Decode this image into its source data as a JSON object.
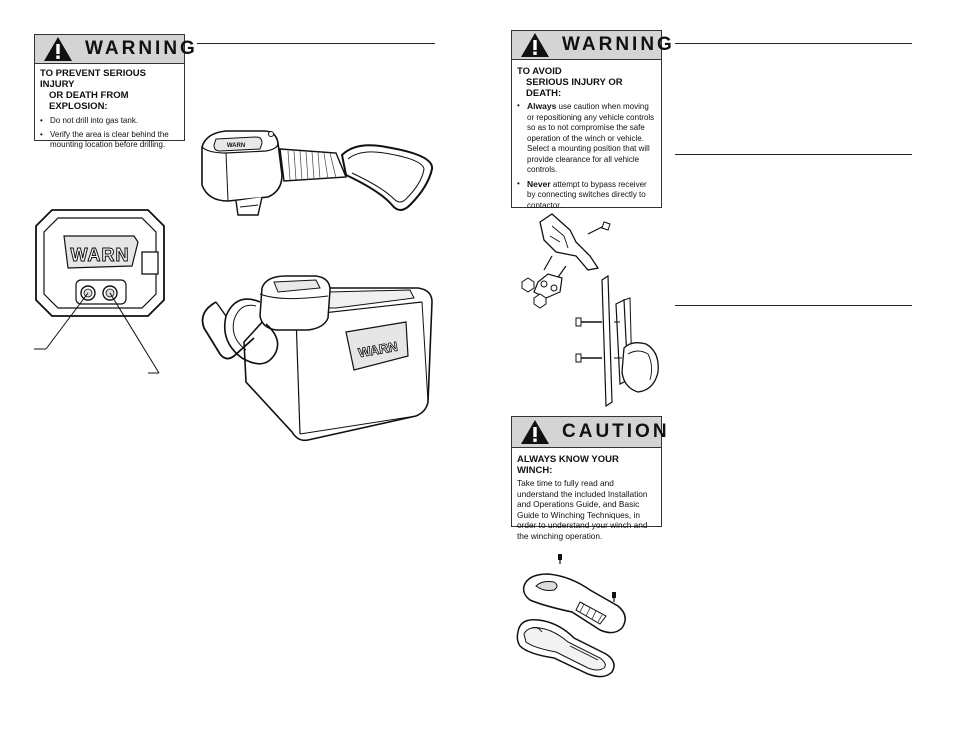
{
  "warning_left": {
    "title": "WARNING",
    "heading_line1": "TO PREVENT SERIOUS INJURY",
    "heading_line2": "OR DEATH FROM EXPLOSION:",
    "bullets": [
      "Do not drill into gas tank.",
      "Verify the area is clear behind the mounting location before drilling."
    ]
  },
  "warning_right": {
    "title": "WARNING",
    "heading_line1": "TO AVOID",
    "heading_line2": "SERIOUS INJURY OR DEATH:",
    "bullets": [
      {
        "lead": "Always",
        "text": " use caution when moving or repositioning any vehicle controls so as to not compromise the safe operation of the winch or vehicle. Select a mounting position that will provide clearance for all vehicle controls."
      },
      {
        "lead": "Never",
        "text": " attempt to bypass receiver by connecting switches directly to contactor."
      }
    ]
  },
  "caution": {
    "title": "CAUTION",
    "heading": "ALWAYS KNOW YOUR WINCH:",
    "body": "Take time to fully read and understand the included Installation and Operations Guide, and Basic Guide to Winching Techniques, in order to understand your winch and the winching operation."
  },
  "logos": {
    "brand": "WARN"
  },
  "colors": {
    "box_header": "#d4d4d4",
    "ink": "#111111"
  },
  "icons": [
    "warning-triangle-icon"
  ]
}
